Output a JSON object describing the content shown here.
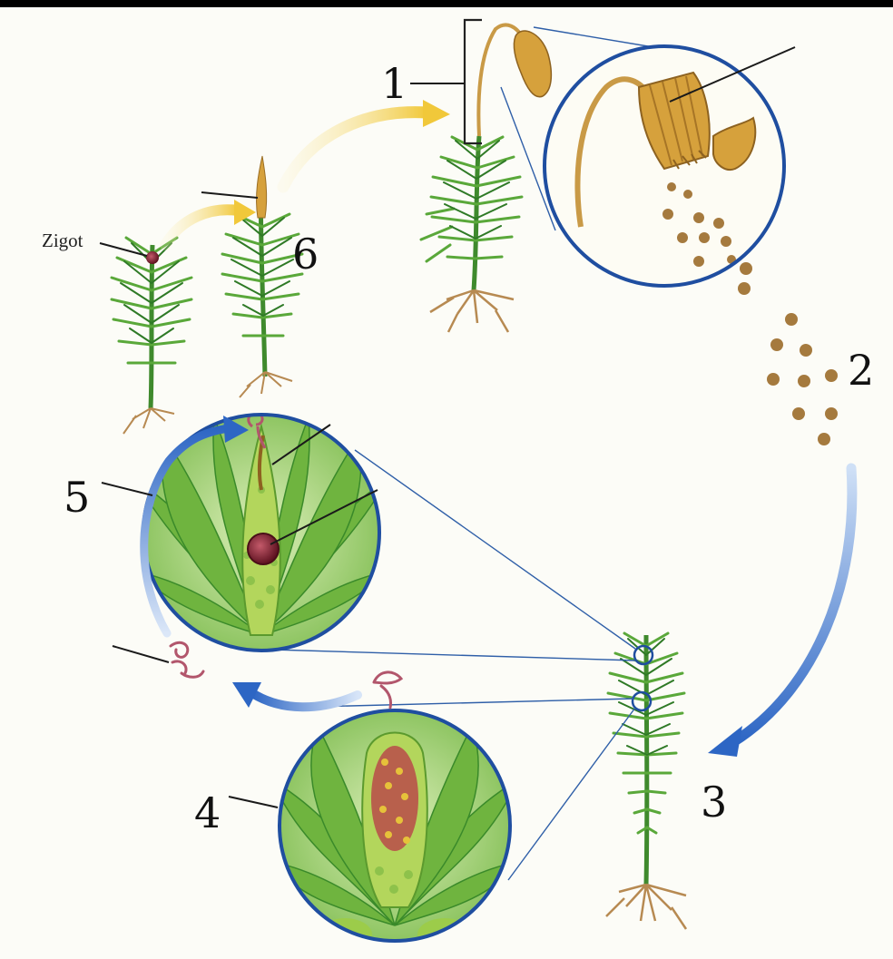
{
  "labels": {
    "n1": "1",
    "n2": "2",
    "n3": "3",
    "n4": "4",
    "n5": "5",
    "n6": "6",
    "zigot": "Zigot"
  },
  "colors": {
    "paper": "#fcfcf7",
    "leaf_green": "#5aa83a",
    "leaf_light": "#8cc953",
    "leaf_dark": "#2f7a26",
    "root_brown": "#b78a52",
    "capsule": "#d6a13c",
    "spore": "#a57a3e",
    "arrow_yellow": "#f1c83a",
    "arrow_blue": "#2d66c4",
    "ring_blue": "#1f4ea0",
    "sperm_pink": "#b2566c",
    "zygote": "#7e1f2a"
  },
  "icons": {
    "capsule": "moss-capsule-icon",
    "spore": "spore-icon",
    "sperm": "antherozoid-icon"
  }
}
